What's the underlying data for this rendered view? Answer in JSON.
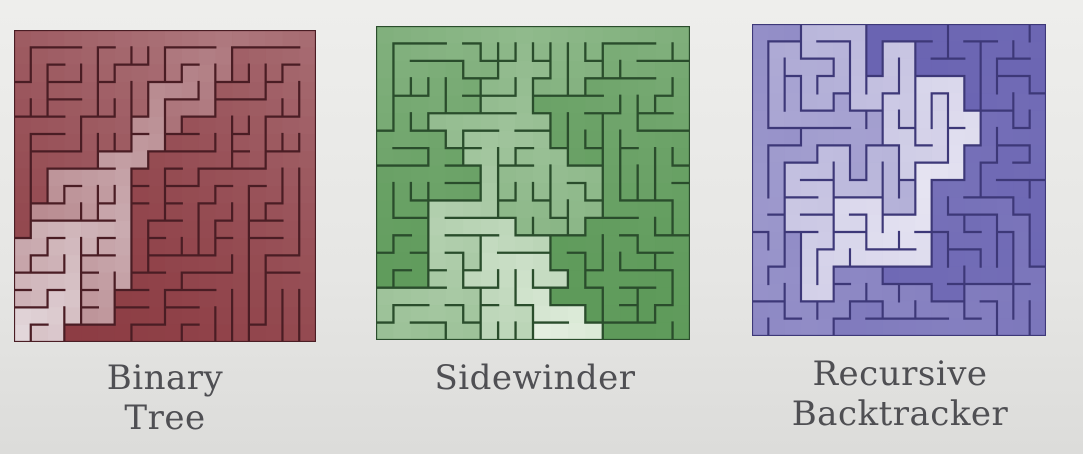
{
  "figures": [
    {
      "id": "binary",
      "caption_lines": [
        "Binary",
        "Tree"
      ],
      "colors": {
        "dark": "#8d3d44",
        "light": "#e2d6da",
        "wall": "#4a1d24"
      },
      "algorithm": "binary-tree"
    },
    {
      "id": "side",
      "caption_lines": [
        "Sidewinder"
      ],
      "colors": {
        "dark": "#5e9a5a",
        "light": "#e4efe0",
        "wall": "#2a4d2c"
      },
      "algorithm": "sidewinder"
    },
    {
      "id": "rec",
      "caption_lines": [
        "Recursive",
        "Backtracker"
      ],
      "colors": {
        "dark": "#6a64b2",
        "light": "#e6e4f2",
        "wall": "#3d3878"
      },
      "algorithm": "recursive-backtracker"
    }
  ]
}
